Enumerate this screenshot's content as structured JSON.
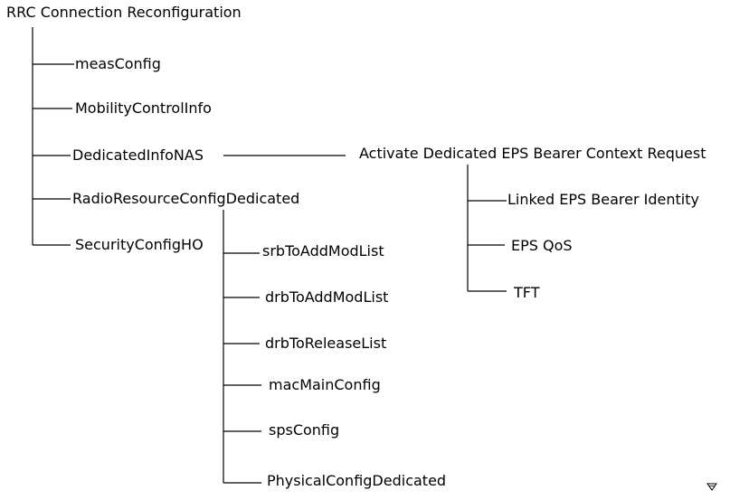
{
  "diagram": {
    "root": "RRC Connection Reconfiguration",
    "rrc_children": [
      "measConfig",
      "MobilityControlInfo",
      "DedicatedInfoNAS",
      "RadioResourceConfigDedicated",
      "SecurityConfigHO"
    ],
    "nas_child": "Activate Dedicated EPS Bearer Context Request",
    "nas_grandchildren": [
      "Linked EPS Bearer Identity",
      "EPS QoS",
      "TFT"
    ],
    "rrcd_children": [
      "srbToAddModList",
      "drbToAddModList",
      "drbToReleaseList",
      "macMainConfig",
      "spsConfig",
      "PhysicalConfigDedicated"
    ]
  }
}
